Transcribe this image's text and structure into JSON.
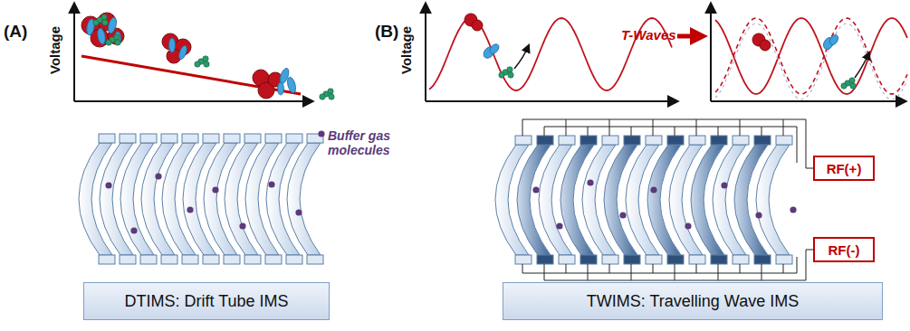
{
  "diagram": {
    "nodes": [
      {
        "text": [
          "DTIMS: Drift Tube IMS"
        ]
      },
      {
        "text": [
          "TWIMS: Travelling Wave IMS"
        ]
      },
      {
        "text": [
          "RF(+)"
        ]
      },
      {
        "text": [
          "RF(-)"
        ]
      }
    ],
    "labels": [
      "(A)",
      "Voltage",
      "Buffer gas molecules",
      "(B)",
      "Voltage",
      "T-Waves"
    ]
  }
}
